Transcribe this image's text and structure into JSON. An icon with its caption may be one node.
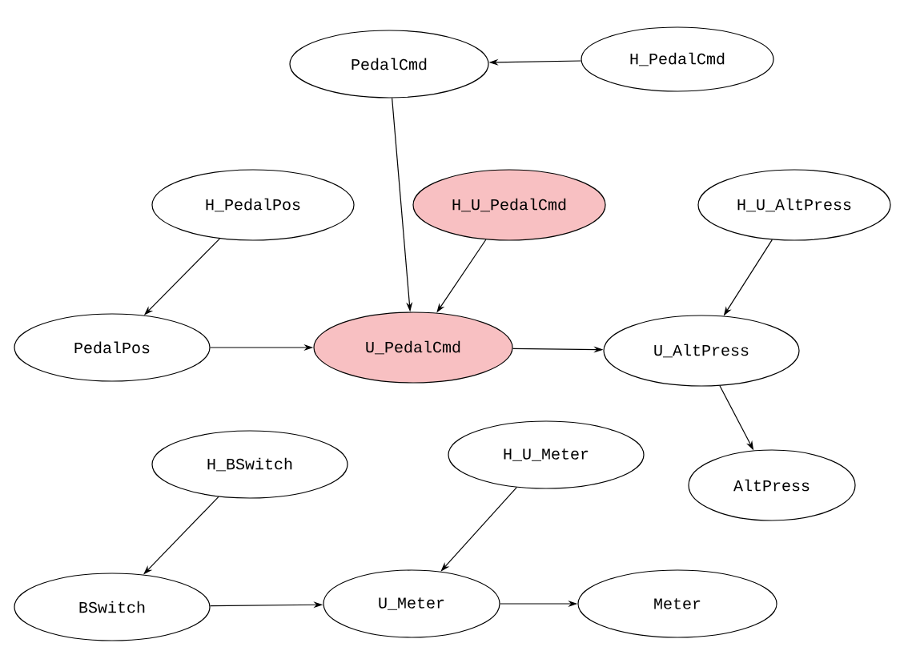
{
  "diagram": {
    "nodes": [
      {
        "text": [
          "PedalCmd"
        ]
      },
      {
        "text": [
          "H_PedalCmd"
        ]
      },
      {
        "text": [
          "H_PedalPos"
        ]
      },
      {
        "text": [
          "H_U_PedalCmd"
        ]
      },
      {
        "text": [
          "H_U_AltPress"
        ]
      },
      {
        "text": [
          "PedalPos"
        ]
      },
      {
        "text": [
          "U_PedalCmd"
        ]
      },
      {
        "text": [
          "U_AltPress"
        ]
      },
      {
        "text": [
          "AltPress"
        ]
      },
      {
        "text": [
          "H_BSwitch"
        ]
      },
      {
        "text": [
          "H_U_Meter"
        ]
      },
      {
        "text": [
          "BSwitch"
        ]
      },
      {
        "text": [
          "U_Meter"
        ]
      },
      {
        "text": [
          "Meter"
        ]
      }
    ],
    "edges": [
      {
        "from": 1,
        "to": 0,
        "arrow": "to"
      },
      {
        "from": 0,
        "to": 6,
        "arrow": "to"
      },
      {
        "from": 2,
        "to": 5,
        "arrow": "to"
      },
      {
        "from": 3,
        "to": 6,
        "arrow": "to"
      },
      {
        "from": 5,
        "to": 6,
        "arrow": "to"
      },
      {
        "from": 6,
        "to": 7,
        "arrow": "to"
      },
      {
        "from": 4,
        "to": 7,
        "arrow": "to"
      },
      {
        "from": 7,
        "to": 8,
        "arrow": "to"
      },
      {
        "from": 9,
        "to": 11,
        "arrow": "to"
      },
      {
        "from": 10,
        "to": 12,
        "arrow": "to"
      },
      {
        "from": 11,
        "to": 12,
        "arrow": "to"
      },
      {
        "from": 12,
        "to": 13,
        "arrow": "to"
      }
    ]
  }
}
